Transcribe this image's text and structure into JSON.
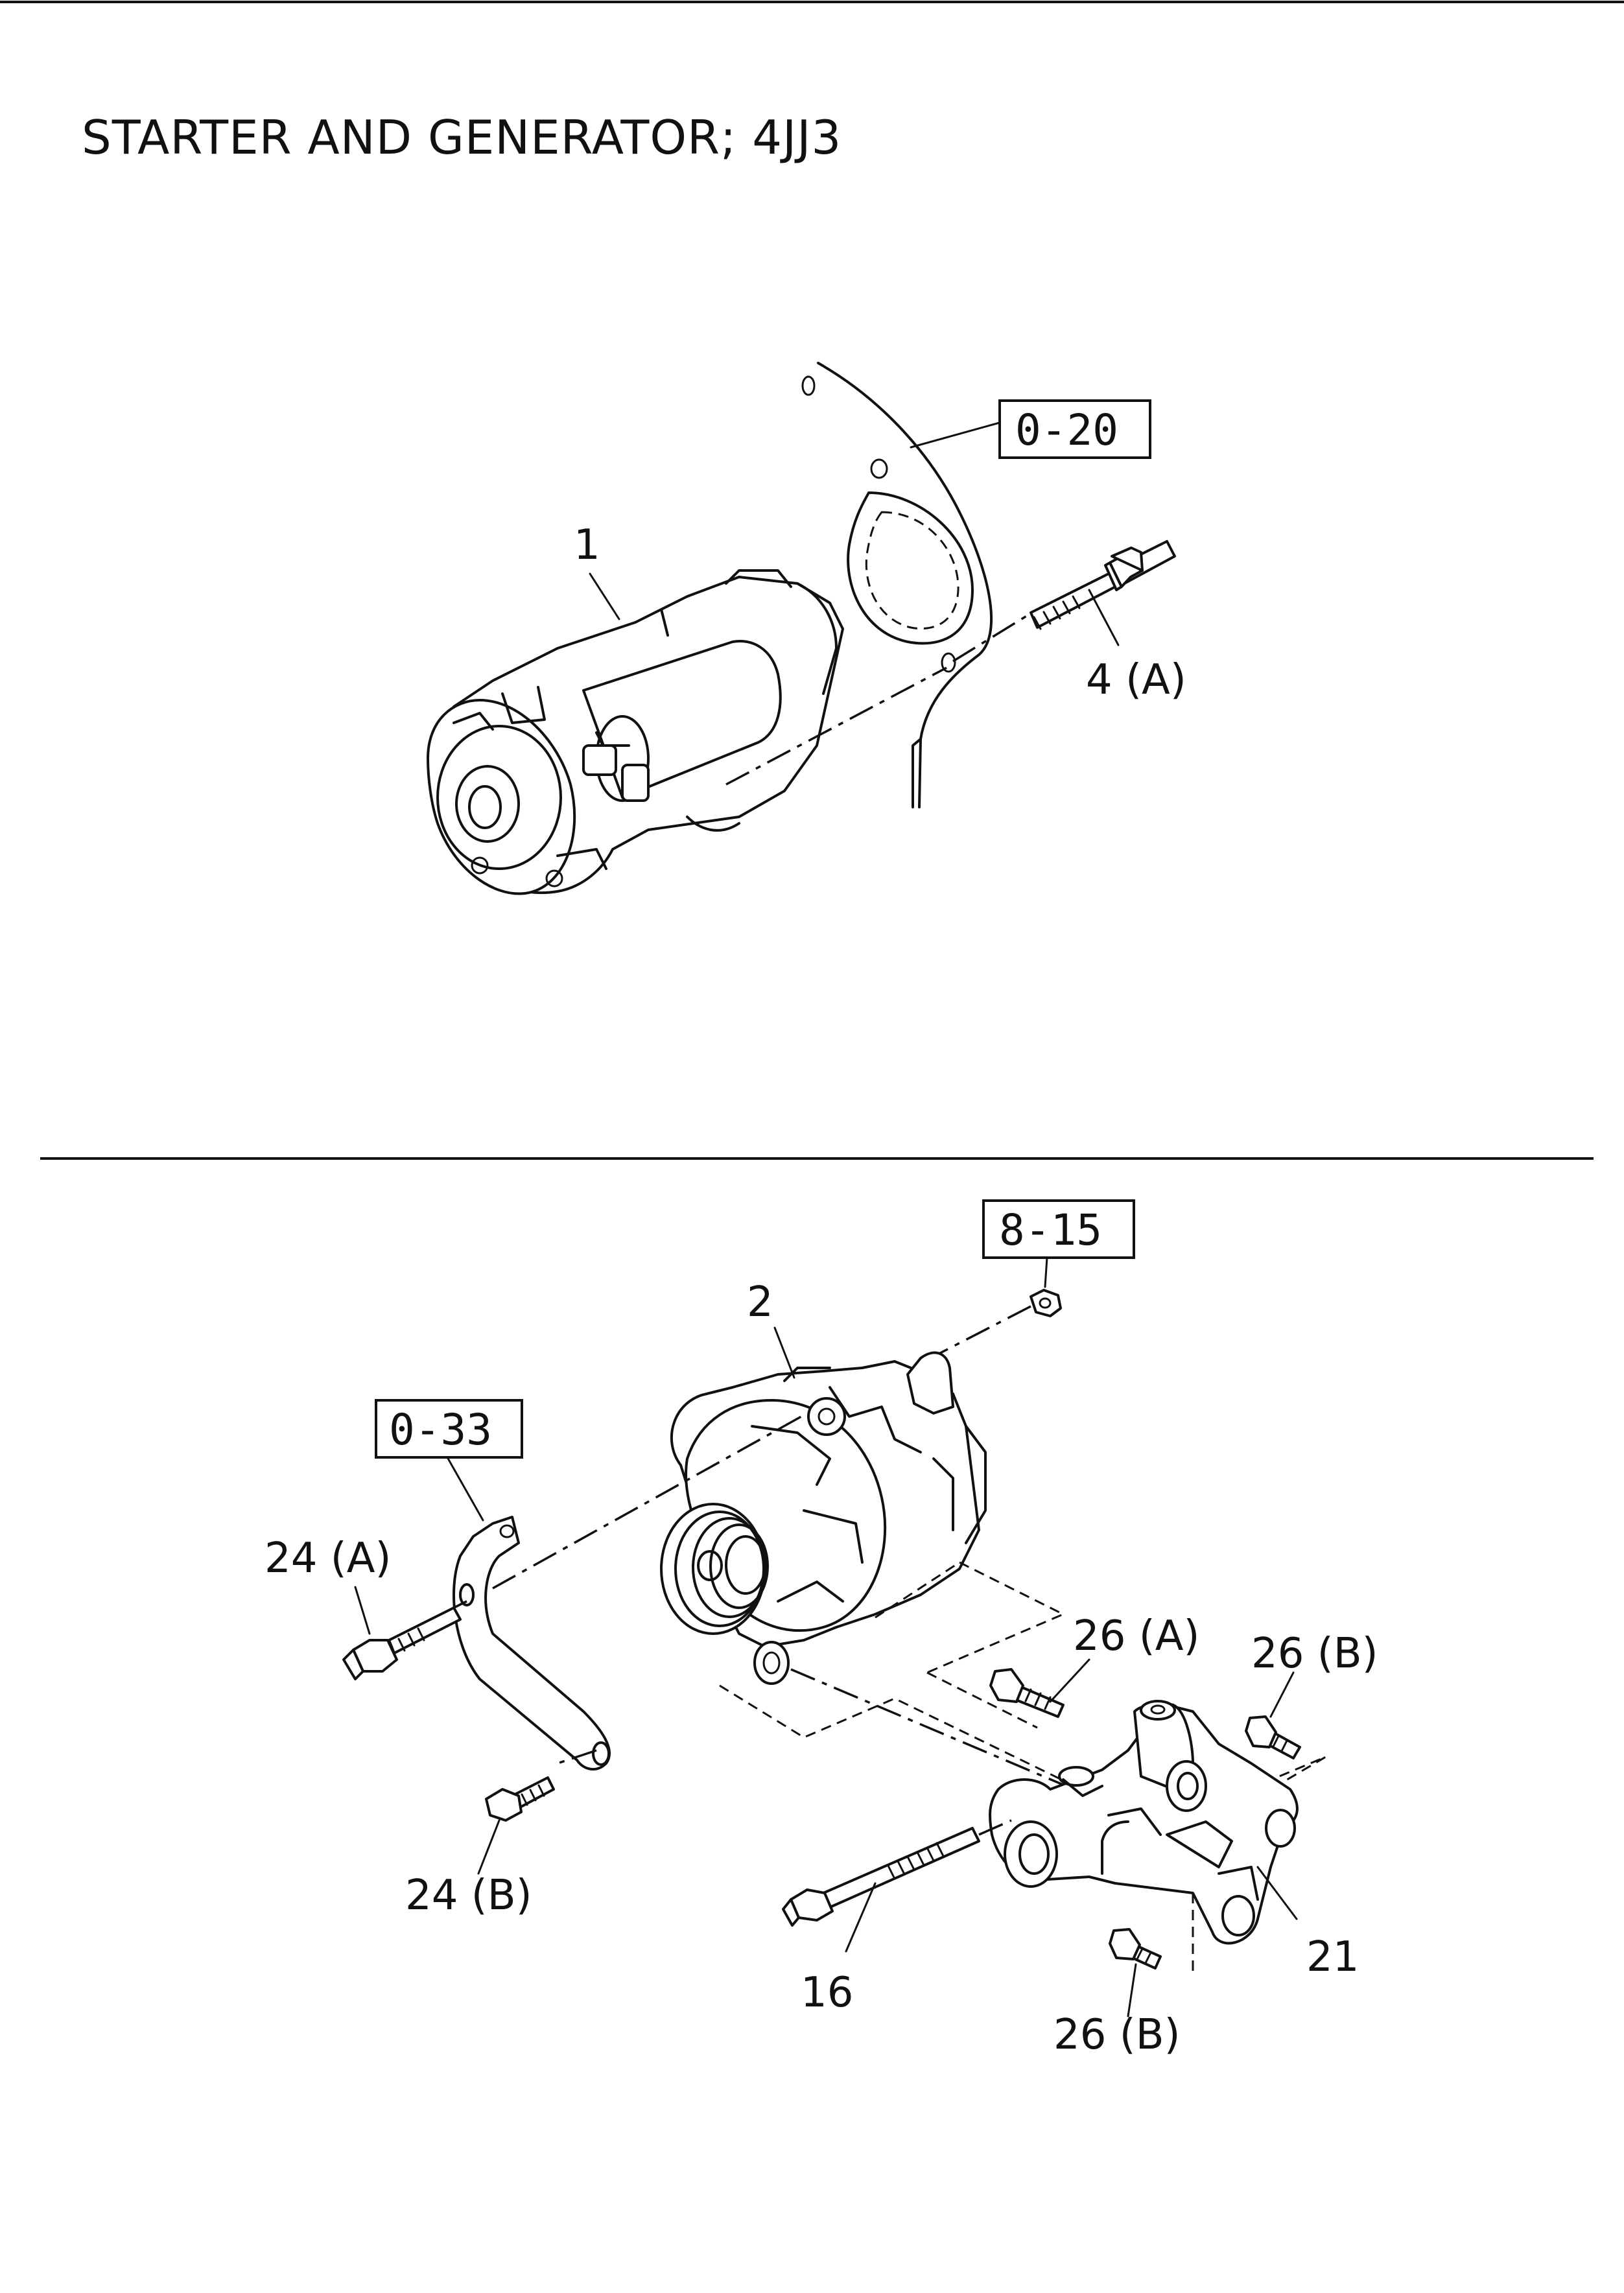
{
  "title": "STARTER AND GENERATOR; 4JJ3",
  "refs": {
    "r020": "0-20",
    "r815": "8-15",
    "r033": "0-33"
  },
  "callouts": {
    "c1": "1",
    "c4a": "4 (A)",
    "c2": "2",
    "c24a": "24 (A)",
    "c24b": "24 (B)",
    "c26a": "26 (A)",
    "c26b_top": "26 (B)",
    "c26b_bottom": "26 (B)",
    "c16": "16",
    "c21": "21"
  }
}
